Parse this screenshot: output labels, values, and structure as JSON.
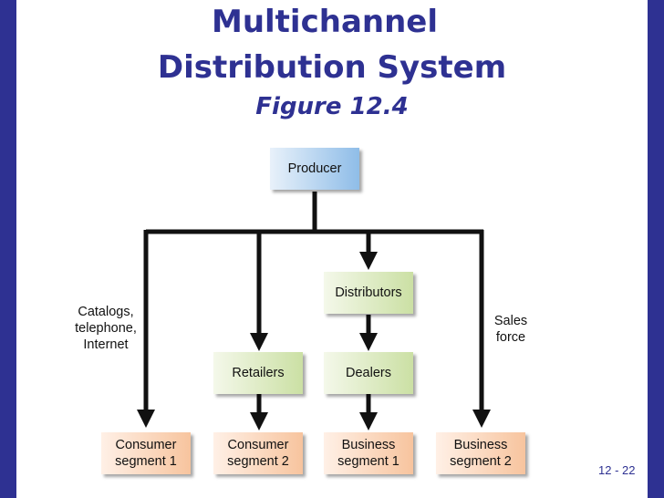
{
  "title": {
    "line1": "Multichannel",
    "line2": "Distribution System",
    "figure": "Figure 12.4"
  },
  "nodes": {
    "producer": "Producer",
    "distributors": "Distributors",
    "retailers": "Retailers",
    "dealers": "Dealers",
    "consumer1": "Consumer\nsegment 1",
    "consumer2": "Consumer\nsegment 2",
    "business1": "Business\nsegment 1",
    "business2": "Business\nsegment 2"
  },
  "side_labels": {
    "direct": "Catalogs,\ntelephone,\nInternet",
    "sales": "Sales\nforce"
  },
  "page_number": "12 - 22",
  "colors": {
    "band": "#2e3192",
    "title": "#2e3192",
    "producer_box": "#8fbde8",
    "intermediary_box": "#cbe0a4",
    "segment_box": "#f7c49e"
  }
}
